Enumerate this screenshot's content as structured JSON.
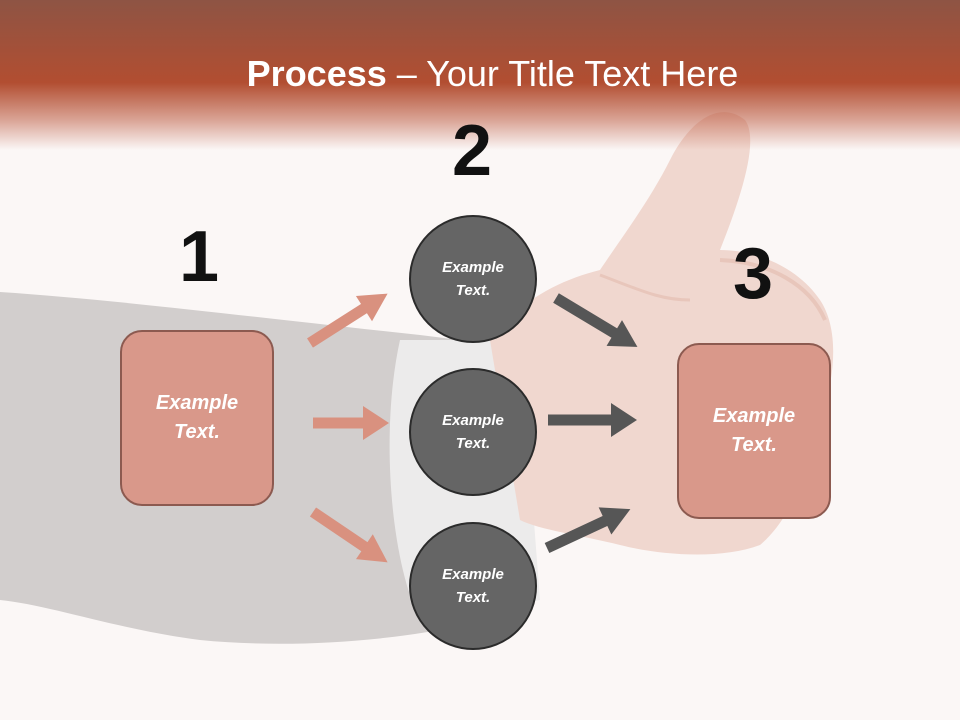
{
  "title": {
    "bold": "Process",
    "rest": " – Your Title Text Here"
  },
  "steps": [
    {
      "number": "1"
    },
    {
      "number": "2"
    },
    {
      "number": "3"
    }
  ],
  "boxes": {
    "left": "Example Text.",
    "right": "Example Text."
  },
  "circles": {
    "top": "Example Text.",
    "middle": "Example Text.",
    "bottom": "Example Text."
  },
  "colors": {
    "header": "#b24e31",
    "box": "#d9988a",
    "circle": "#656565",
    "left_arrows": "#d9917f",
    "right_arrows": "#565656"
  }
}
